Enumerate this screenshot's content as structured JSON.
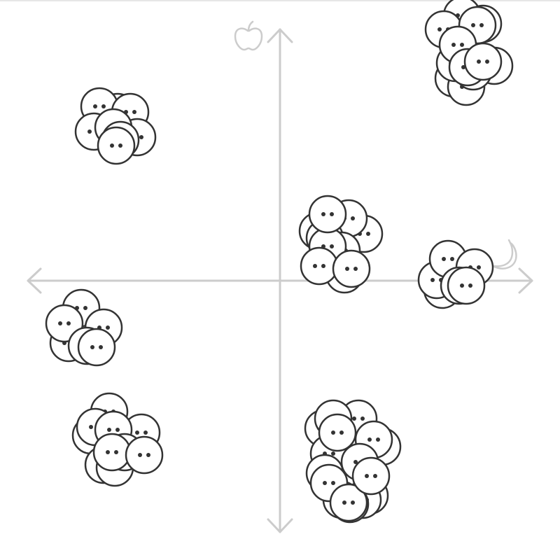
{
  "colors": {
    "axis": "#cccccc",
    "face_stroke": "#333333",
    "face_fill": "#ffffff",
    "eye": "#333333"
  },
  "icons": {
    "y_axis_end": "apple-icon",
    "x_axis_end": "banana-icon"
  },
  "clusters": [
    {
      "name": "cluster-top-left",
      "count": 8
    },
    {
      "name": "cluster-top-right",
      "count": 12
    },
    {
      "name": "cluster-center",
      "count": 10
    },
    {
      "name": "cluster-right",
      "count": 6
    },
    {
      "name": "cluster-left",
      "count": 6
    },
    {
      "name": "cluster-bottom-left",
      "count": 10
    },
    {
      "name": "cluster-bottom-center",
      "count": 16
    }
  ]
}
